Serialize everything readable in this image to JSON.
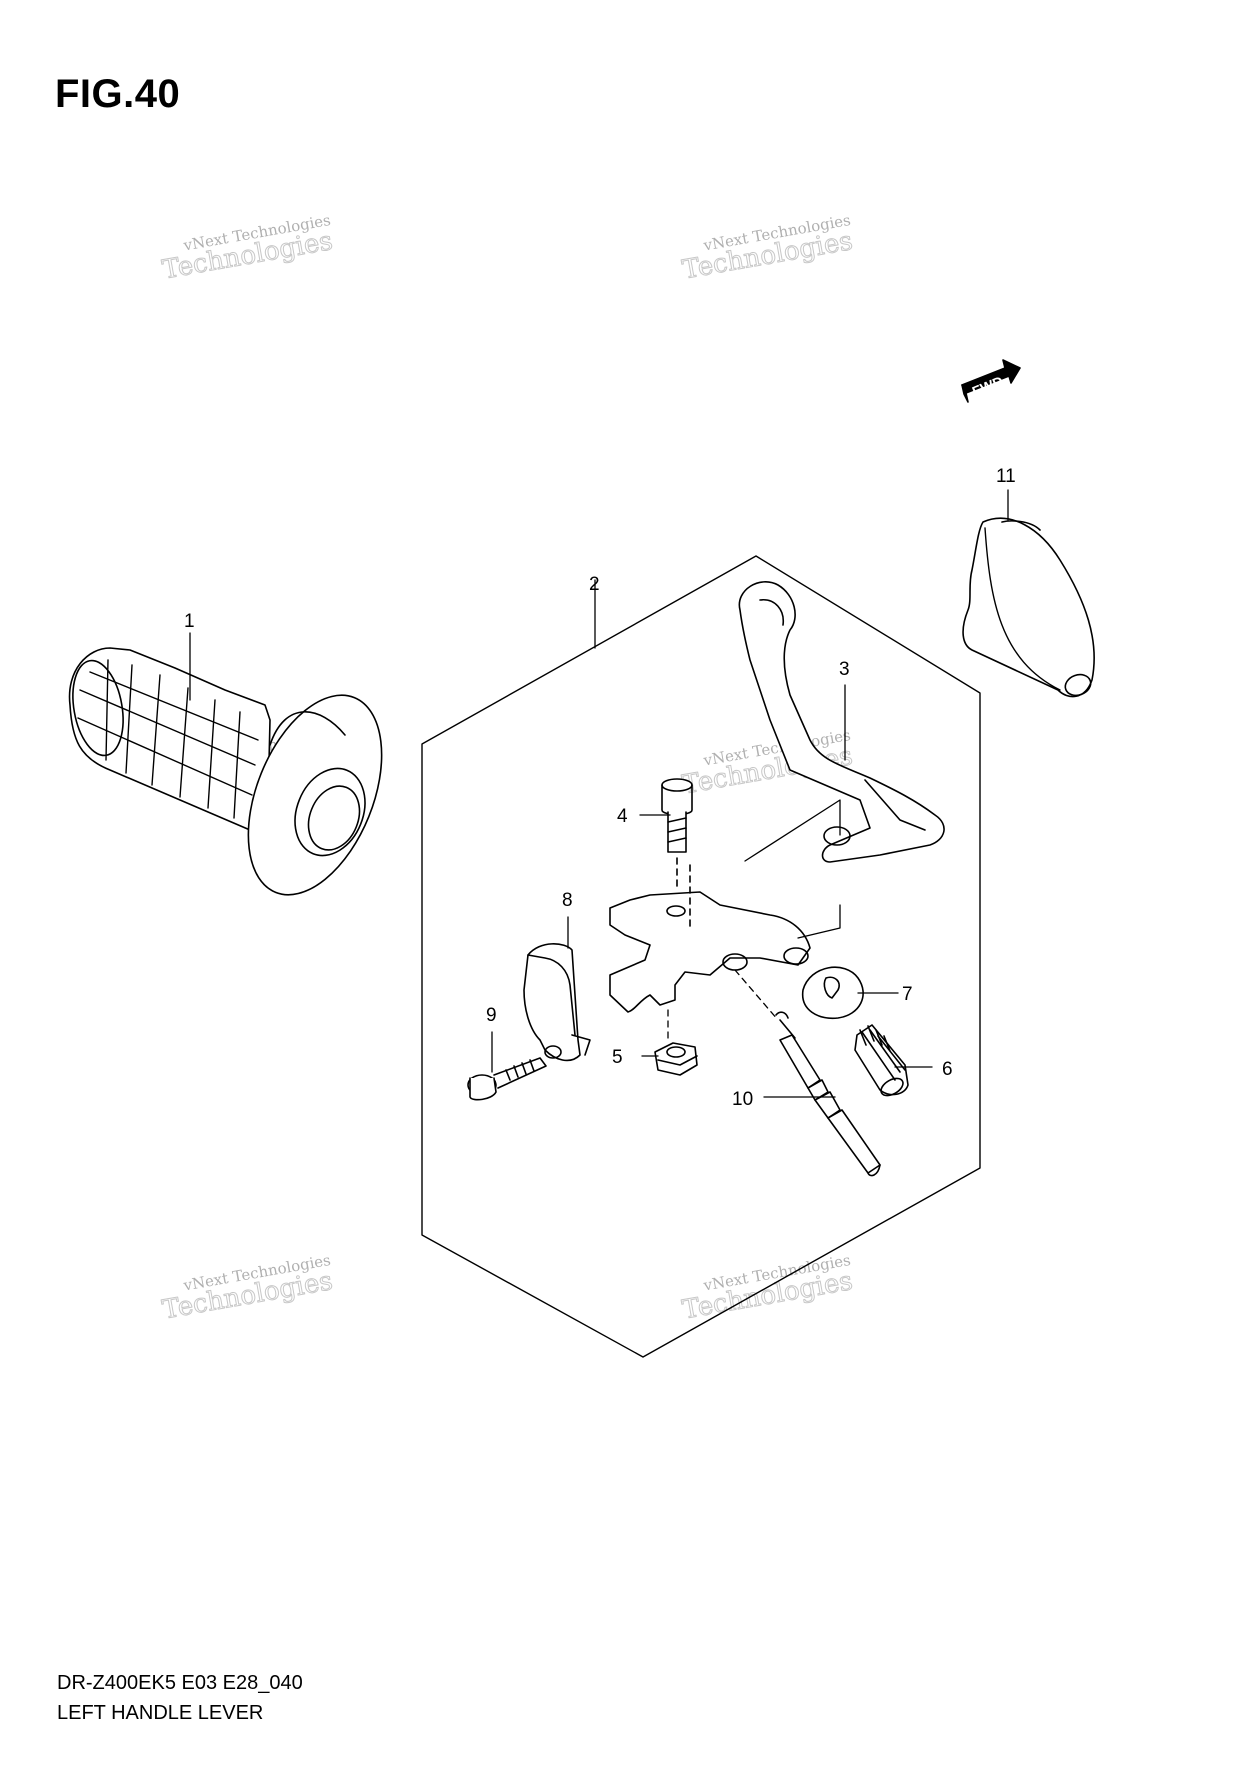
{
  "figure": {
    "title": "FIG.40"
  },
  "fwd_label": "FWD",
  "watermark": {
    "line1": "vNext Technologies",
    "line2": "Technologies"
  },
  "parts": [
    {
      "ref": "1"
    },
    {
      "ref": "2"
    },
    {
      "ref": "3"
    },
    {
      "ref": "4"
    },
    {
      "ref": "5"
    },
    {
      "ref": "6"
    },
    {
      "ref": "7"
    },
    {
      "ref": "8"
    },
    {
      "ref": "9"
    },
    {
      "ref": "10"
    },
    {
      "ref": "11"
    }
  ],
  "footer": {
    "model_code": "DR-Z400EK5 E03 E28_040",
    "diagram_name": "LEFT HANDLE LEVER"
  }
}
